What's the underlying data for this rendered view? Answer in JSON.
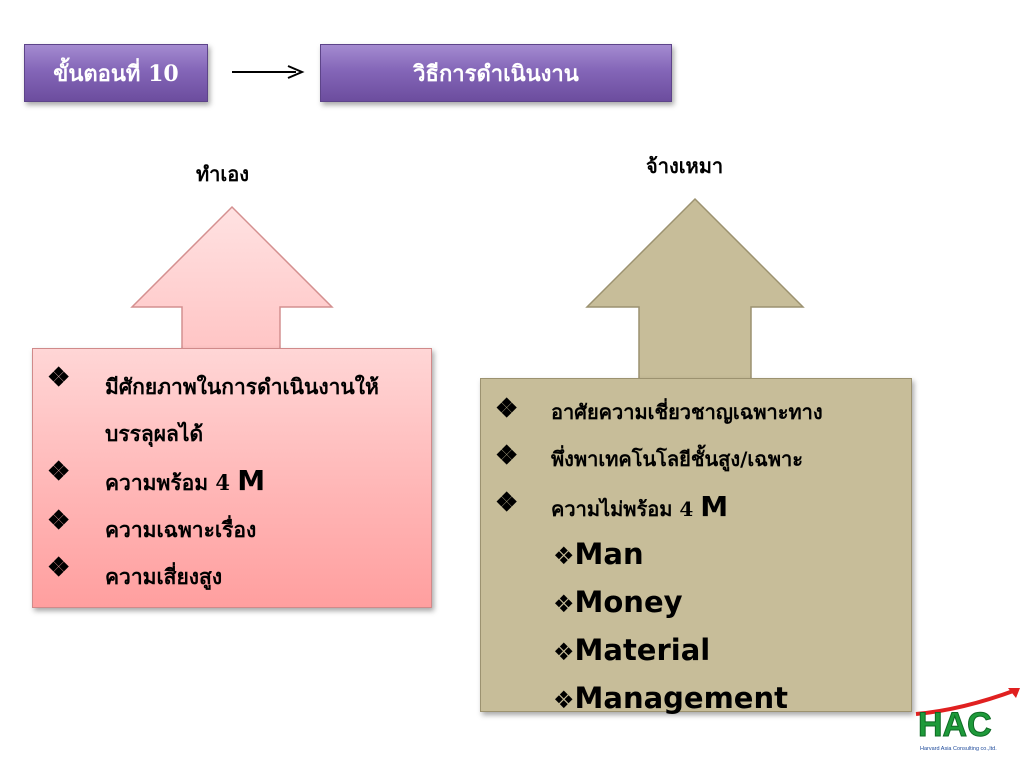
{
  "header": {
    "step_label": "ขั้นตอนที่ 10",
    "method_label": "วิธีการดำเนินงาน"
  },
  "self": {
    "title": "ทำเอง",
    "items": [
      {
        "text": "มีศักยภาพในการดำเนินงานให้บรรลุผลได้"
      },
      {
        "text": "ความพร้อม 4 ",
        "big": "M"
      },
      {
        "text": "ความเฉพาะเรื่อง"
      },
      {
        "text": "ความเสี่ยงสูง"
      }
    ]
  },
  "hire": {
    "title": "จ้างเหมา",
    "items": [
      {
        "text": "อาศัยความเชี่ยวชาญเฉพาะทาง"
      },
      {
        "text": "พึ่งพาเทคโนโลยีชั้นสูง/เฉพาะ"
      },
      {
        "text": "ความไม่พร้อม 4 ",
        "big": "M"
      }
    ],
    "m_items": [
      "Man",
      "Money",
      "Material",
      "Management"
    ]
  },
  "logo": {
    "text": "HAC",
    "tagline": "Harvard Asia Consulting co.,ltd."
  },
  "colors": {
    "header_purple": "#8466b8",
    "self_panel": "#ffb6b6",
    "self_arrow": "#ffd0d0",
    "hire_panel": "#c7bd99",
    "logo_green": "#1e9a3a",
    "logo_red": "#e02020"
  },
  "icons": {
    "bullet": "diamond-bullet-icon",
    "flow": "right-arrow-icon"
  }
}
